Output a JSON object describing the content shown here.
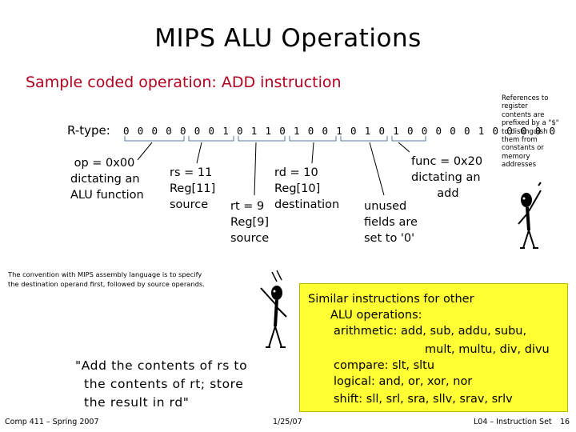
{
  "slide": {
    "title": "MIPS ALU Operations",
    "subtitle": "Sample coded operation:  ADD instruction",
    "rtype_label": "R-type:",
    "bits": "0 0 0 0 0 0 0 1 0 1 1 0 1 0 0 1 0 1 0 1 0 0 0 0 0 1 0 0 0 0 0",
    "op_note": " op = 0x00\ndictating an\nALU function",
    "rs_note": "rs = 11\nReg[11]\nsource",
    "rt_note": "rt = 9\nReg[9]\nsource",
    "rd_note": "rd = 10\nReg[10]\ndestination",
    "unused_note": "unused\nfields are\nset to '0'",
    "func_note": "func = 0x20\ndictating an\n       add",
    "ref_note": "References to\nregister\ncontents are\nprefixed by a \"$\"\nto distinguish\nthem from\nconstants or\nmemory\naddresses",
    "convention_note": "The convention with MIPS assembly language is to specify\nthe destination operand first, followed by source operands.",
    "quote": "\"Add the contents of rs to\n  the contents of rt; store\n  the result in rd\"",
    "similar": {
      "line1": "Similar instructions for other",
      "line2": "ALU operations:",
      "line3": "arithmetic: add, sub, addu, subu,",
      "line4": "mult, multu, div, divu",
      "line5": "compare: slt, sltu",
      "line6": "logical: and, or, xor, nor",
      "line7": "shift: sll, srl, sra, sllv, srav, srlv"
    },
    "footer": {
      "left": "Comp 411 – Spring 2007",
      "center": "1/25/07",
      "right": "L04 – Instruction Set",
      "page": "16"
    },
    "colors": {
      "subtitle": "#b00020",
      "highlight_box": "#ffff33"
    }
  }
}
